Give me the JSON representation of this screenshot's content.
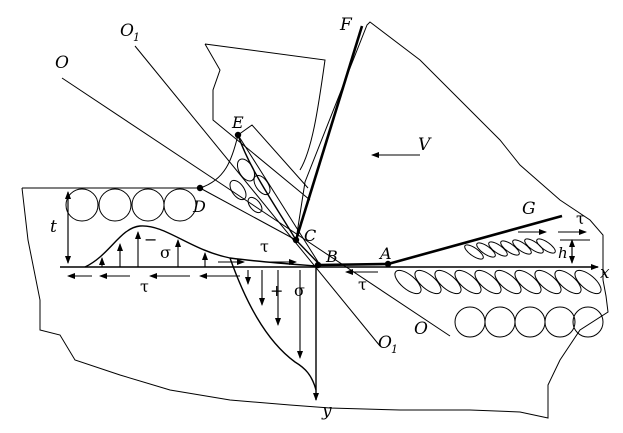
{
  "points": {
    "O_top": "O",
    "O1_top": "O",
    "O1_top_sub": "1",
    "F": "F",
    "E": "E",
    "D": "D",
    "C": "C",
    "B": "B",
    "A": "A",
    "G": "G",
    "O_bottom": "O",
    "O1_bottom": "O",
    "O1_bottom_sub": "1"
  },
  "axes": {
    "x": "x",
    "y": "y"
  },
  "dims": {
    "t": "t",
    "h": "h"
  },
  "velocity": "V",
  "stress": {
    "sigma_upper": "σ",
    "minus": "−",
    "sigma_lower": "σ",
    "plus": "+",
    "tau_upper_left": "τ",
    "tau_lower_left": "τ",
    "tau_bc": "τ",
    "tau_right": "τ"
  },
  "colors": {
    "ink": "#000000",
    "paper": "#ffffff"
  }
}
